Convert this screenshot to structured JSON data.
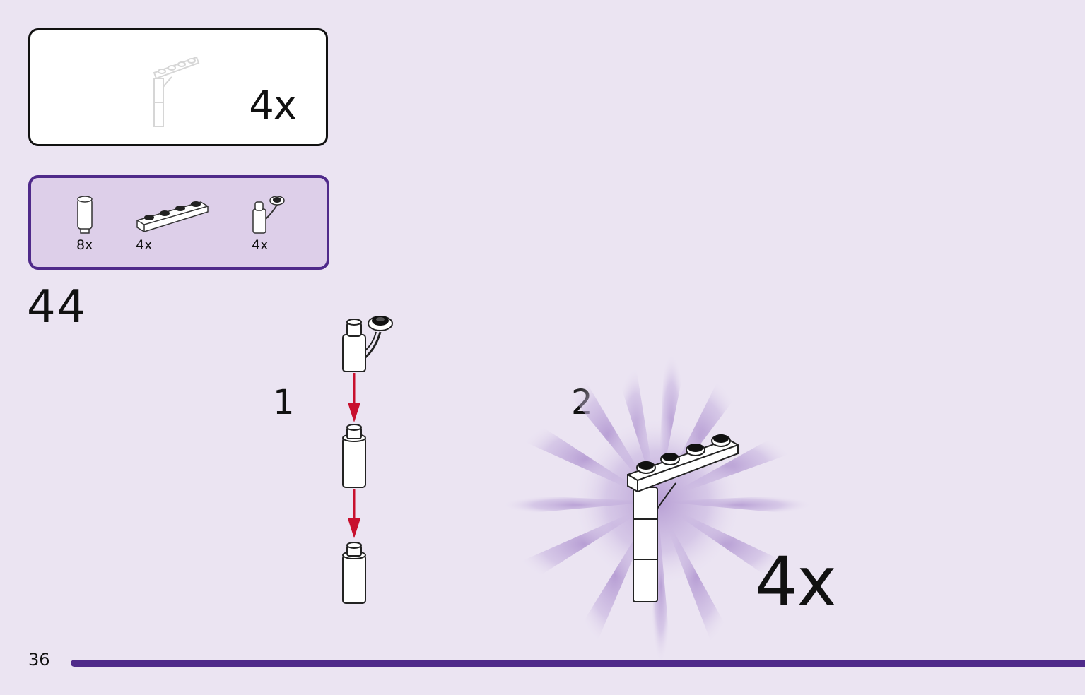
{
  "subassembly": {
    "quantity": "4x"
  },
  "parts_list": [
    {
      "name": "round-brick-1x1",
      "quantity": "8x"
    },
    {
      "name": "plate-1x4",
      "quantity": "4x"
    },
    {
      "name": "bracket-piece",
      "quantity": "4x"
    }
  ],
  "step": {
    "number": "44"
  },
  "sub_steps": [
    {
      "label": "1"
    },
    {
      "label": "2"
    }
  ],
  "result": {
    "quantity": "4x"
  },
  "page": {
    "number": "36"
  },
  "colors": {
    "accent": "#4f2a8a",
    "arrow": "#c8102e",
    "background": "#ebe4f2"
  }
}
